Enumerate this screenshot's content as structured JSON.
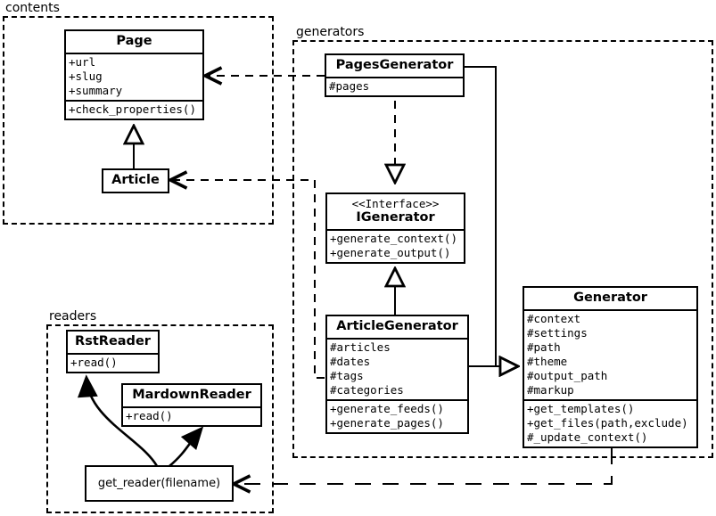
{
  "diagram": {
    "title": "UML class diagram",
    "stroke_color": "#000000",
    "background_color": "#ffffff"
  },
  "packages": [
    {
      "name": "contents",
      "label": "contents"
    },
    {
      "name": "generators",
      "label": "generators"
    },
    {
      "name": "readers",
      "label": "readers"
    }
  ],
  "classes": {
    "page": {
      "name": "Page",
      "attributes": [
        "+url",
        "+slug",
        "+summary"
      ],
      "operations": [
        "+check_properties()"
      ]
    },
    "article": {
      "name": "Article",
      "attributes": [],
      "operations": []
    },
    "pages_generator": {
      "name": "PagesGenerator",
      "attributes": [
        "#pages"
      ],
      "operations": []
    },
    "igenerator": {
      "stereotype": "<<Interface>>",
      "name": "IGenerator",
      "attributes": [],
      "operations": [
        "+generate_context()",
        "+generate_output()"
      ]
    },
    "article_generator": {
      "name": "ArticleGenerator",
      "attributes": [
        "#articles",
        "#dates",
        "#tags",
        "#categories"
      ],
      "operations": [
        "+generate_feeds()",
        "+generate_pages()"
      ]
    },
    "generator": {
      "name": "Generator",
      "attributes": [
        "#context",
        "#settings",
        "#path",
        "#theme",
        "#output_path",
        "#markup"
      ],
      "operations": [
        "+get_templates()",
        "+get_files(path,exclude)",
        "#_update_context()"
      ]
    },
    "rst_reader": {
      "name": "RstReader",
      "attributes": [],
      "operations": [
        "+read()"
      ]
    },
    "mardown_reader": {
      "name": "MardownReader",
      "attributes": [],
      "operations": [
        "+read()"
      ]
    },
    "get_reader": {
      "name": "get_reader(filename)"
    }
  },
  "relations": [
    {
      "name": "article-inherits-page",
      "type": "generalization",
      "from": "Article",
      "to": "Page"
    },
    {
      "name": "pagesgenerator-realizes-igenerator",
      "type": "realization",
      "from": "PagesGenerator",
      "to": "IGenerator"
    },
    {
      "name": "articlegenerator-realizes-igenerator",
      "type": "realization",
      "from": "ArticleGenerator",
      "to": "IGenerator"
    },
    {
      "name": "pagesgenerator-inherits-generator",
      "type": "generalization",
      "from": "PagesGenerator",
      "to": "Generator"
    },
    {
      "name": "articlegenerator-inherits-generator",
      "type": "generalization",
      "from": "ArticleGenerator",
      "to": "Generator"
    },
    {
      "name": "pagesgenerator-uses-page",
      "type": "dependency",
      "from": "PagesGenerator",
      "to": "Page"
    },
    {
      "name": "articlegenerator-uses-article",
      "type": "dependency",
      "from": "ArticleGenerator",
      "to": "Article"
    },
    {
      "name": "generator-uses-get-reader",
      "type": "dependency",
      "from": "Generator",
      "to": "get_reader(filename)"
    },
    {
      "name": "get-reader-returns-rstreader",
      "type": "instantiates",
      "from": "get_reader(filename)",
      "to": "RstReader"
    },
    {
      "name": "get-reader-returns-mardownreader",
      "type": "instantiates",
      "from": "get_reader(filename)",
      "to": "MardownReader"
    }
  ]
}
